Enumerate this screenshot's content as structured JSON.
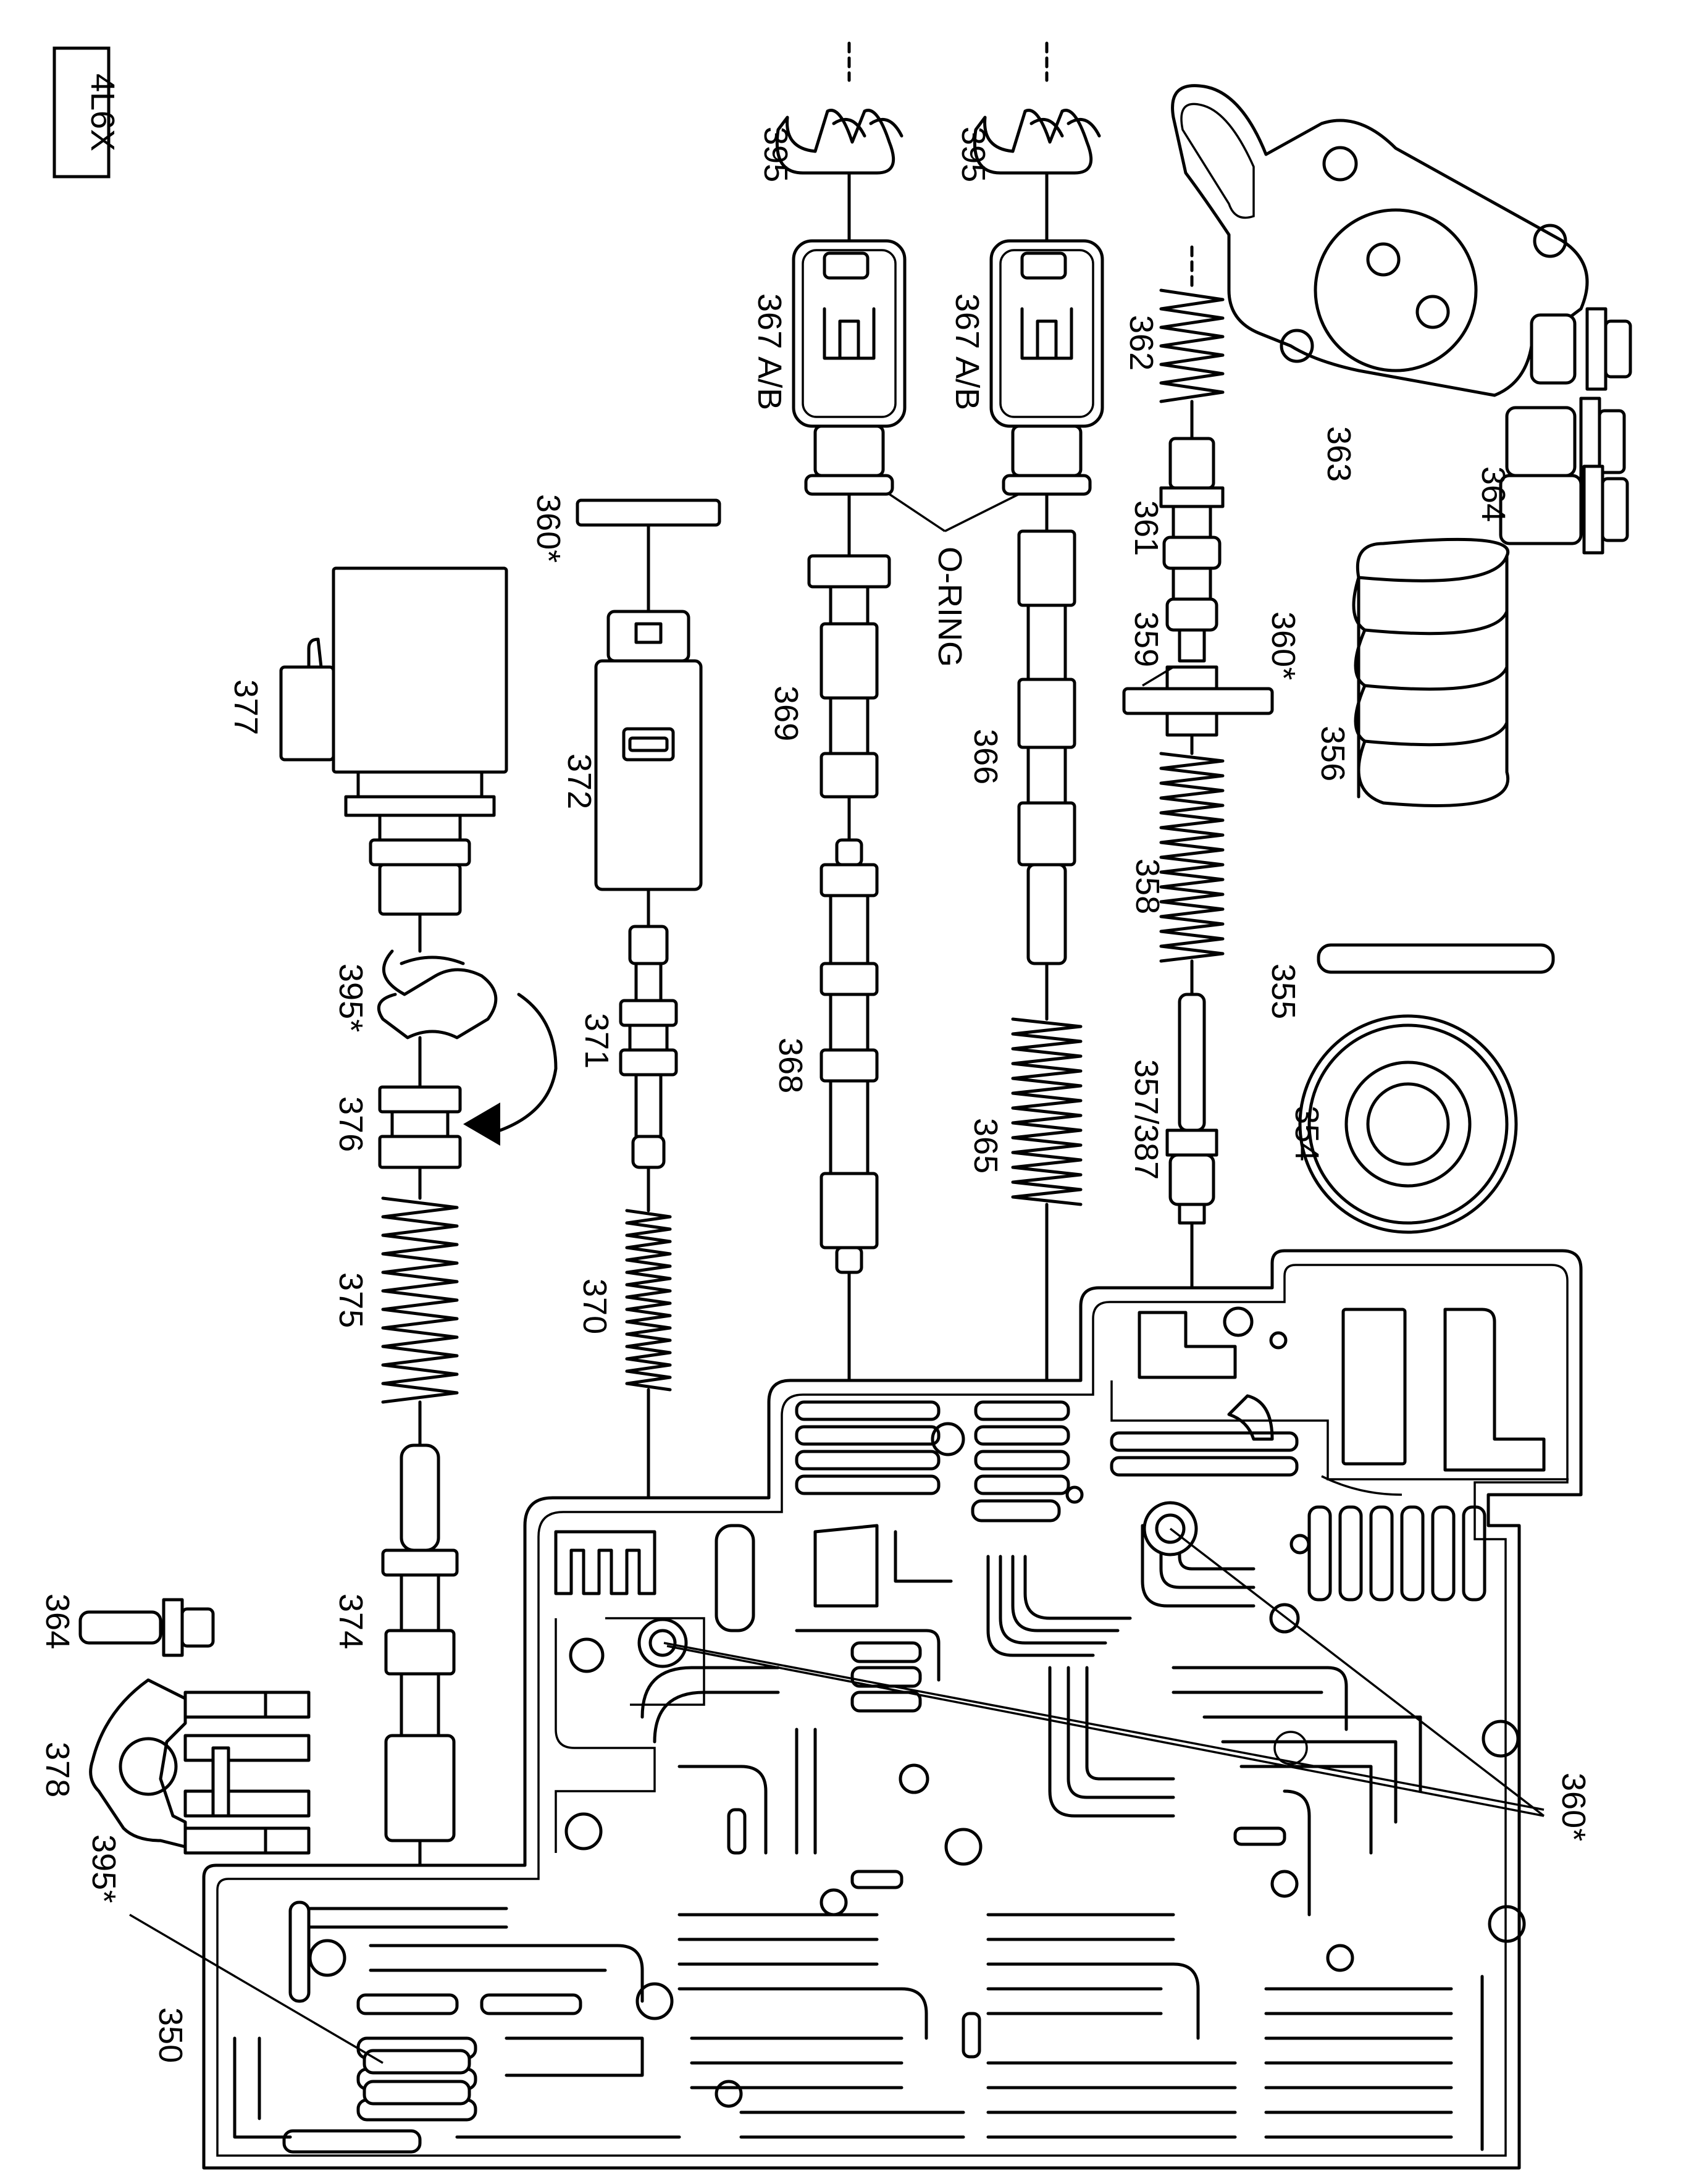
{
  "diagram": {
    "badge": "4L6X",
    "labels": {
      "l350": "350",
      "l354": "354",
      "l355": "355",
      "l356": "356",
      "l357": "357/387",
      "l358": "358",
      "l359": "359",
      "l360a": "360*",
      "l360b": "360*",
      "l360c": "360*",
      "l361": "361",
      "l362": "362",
      "l363": "363",
      "l364a": "364",
      "l364b": "364",
      "l365": "365",
      "l366": "366",
      "l367a": "367 A/B",
      "l367b": "367 A/B",
      "l368": "368",
      "l369": "369",
      "l370": "370",
      "l371": "371",
      "l372": "372",
      "l374": "374",
      "l375": "375",
      "l376": "376",
      "l377": "377",
      "l378": "378",
      "l395a": "395",
      "l395b": "395",
      "l395c": "395*",
      "l395d": "395*",
      "oring": "O-RING"
    }
  }
}
